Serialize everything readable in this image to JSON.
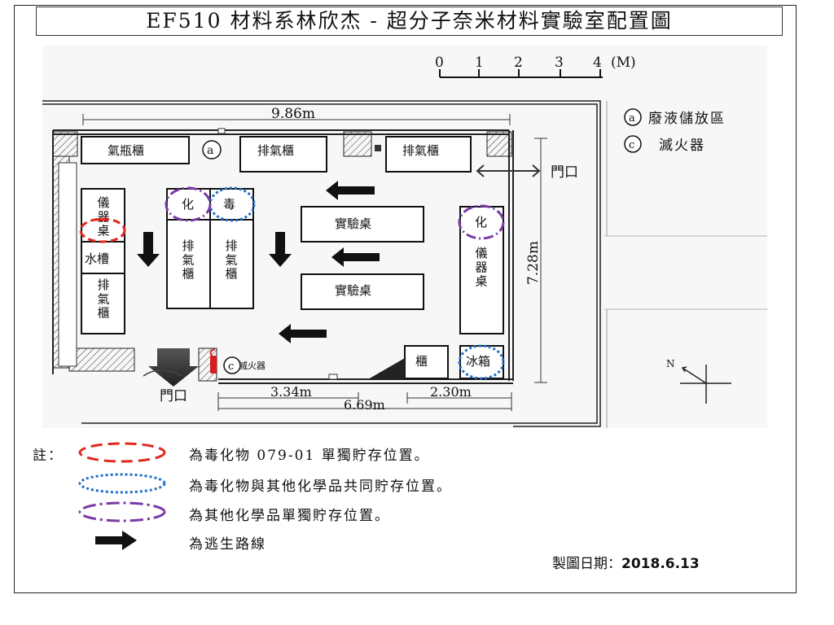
{
  "title": "EF510 材料系林欣杰 - 超分子奈米材料實驗室配置圖",
  "scale": {
    "ticks": [
      "0",
      "1",
      "2",
      "3",
      "4"
    ],
    "unit": "(M)"
  },
  "dimensions": {
    "top_width": "9.86m",
    "right_height": "7.28m",
    "bottom_left": "3.34m",
    "bottom_total": "6.69m",
    "bottom_right": "2.30m"
  },
  "rooms": {
    "gas_cabinet": "氣瓶櫃",
    "fume_hood_top_middle": "排氣櫃",
    "fume_hood_top_right": "排氣櫃",
    "instrument_table_left": "儀器桌",
    "sink": "水槽",
    "fume_hood_left": "排氣櫃",
    "hood_col_1": "排氣櫃",
    "hood_col_2": "排氣櫃",
    "bench_1": "實驗桌",
    "bench_2": "實驗桌",
    "instrument_table_right": "儀器桌",
    "cabinet_bottom": "櫃",
    "fridge": "冰箱",
    "chem_marker_1": "化",
    "toxic_marker": "毒",
    "chem_marker_2": "化",
    "waste_marker": "a",
    "extinguisher_marker": "c",
    "extinguisher_label": "滅火器",
    "door_right": "門口",
    "door_bottom": "門口"
  },
  "legend": [
    {
      "symbol": "a",
      "label": "廢液儲放區"
    },
    {
      "symbol": "c",
      "label": "滅火器"
    }
  ],
  "compass": "N",
  "notes": {
    "heading": "註：",
    "items": [
      "為毒化物 079-01 單獨貯存位置。",
      "為毒化物與其他化學品共同貯存位置。",
      "為其他化學品單獨貯存位置。",
      "為逃生路線"
    ]
  },
  "date": {
    "label": "製圖日期：",
    "value": "2018.6.13"
  },
  "colors": {
    "toxic_only": "#e0281e",
    "toxic_shared": "#1f6fc9",
    "other_chem": "#7a3aa6",
    "escape_arrow": "#111111",
    "wall": "#222222"
  }
}
